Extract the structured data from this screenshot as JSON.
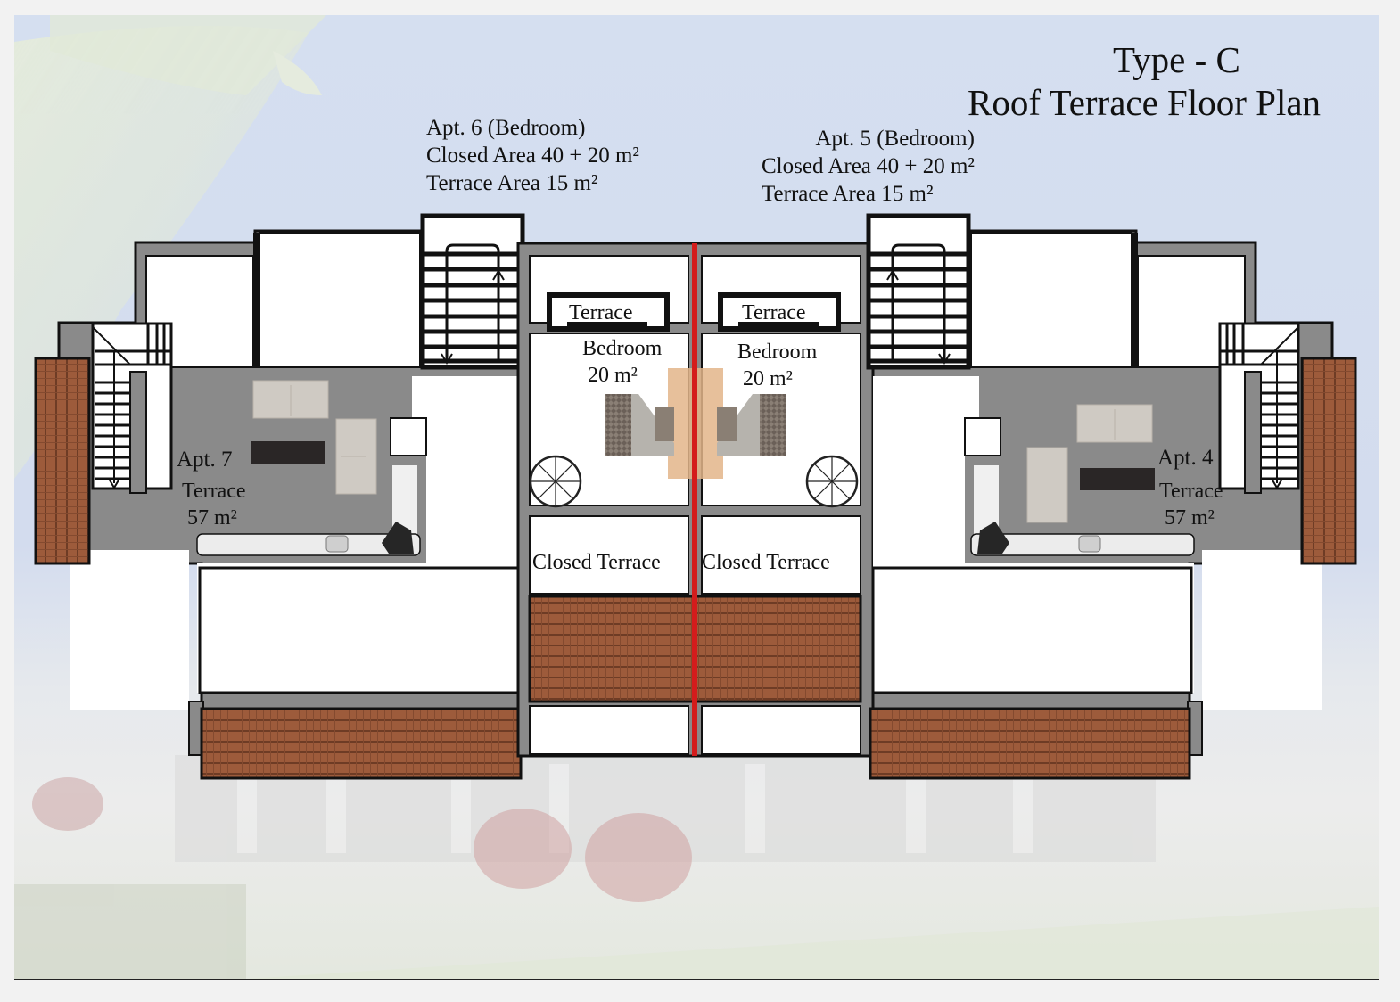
{
  "header": {
    "type_label": "Type - C",
    "plan_title": "Roof Terrace Floor Plan"
  },
  "apartments": {
    "apt6": {
      "name": "Apt. 6 (Bedroom)",
      "closed_area": "Closed Area 40 + 20 m²",
      "terrace_area": "Terrace Area 15 m²"
    },
    "apt5": {
      "name": "Apt. 5 (Bedroom)",
      "closed_area": "Closed Area 40 + 20 m²",
      "terrace_area": "Terrace Area 15 m²"
    },
    "apt7": {
      "name": "Apt. 7",
      "terrace_label": "Terrace",
      "terrace_area": "57 m²"
    },
    "apt4": {
      "name": "Apt. 4",
      "terrace_label": "Terrace",
      "terrace_area": "57 m²"
    }
  },
  "rooms": {
    "left_small_terrace": "Terrace",
    "right_small_terrace": "Terrace",
    "left_bedroom": {
      "name": "Bedroom",
      "area": "20 m²"
    },
    "right_bedroom": {
      "name": "Bedroom",
      "area": "20 m²"
    },
    "left_closed_terrace": "Closed Terrace",
    "right_closed_terrace": "Closed Terrace"
  },
  "colors": {
    "wall_gray": "#8a8a8a",
    "wall_black": "#111111",
    "roof_tile": "#9b5a3a",
    "party_wall_red": "#d41c1c",
    "sky": "#d5dff0",
    "sofa": "#cfcac3",
    "table": "#2a2626"
  }
}
